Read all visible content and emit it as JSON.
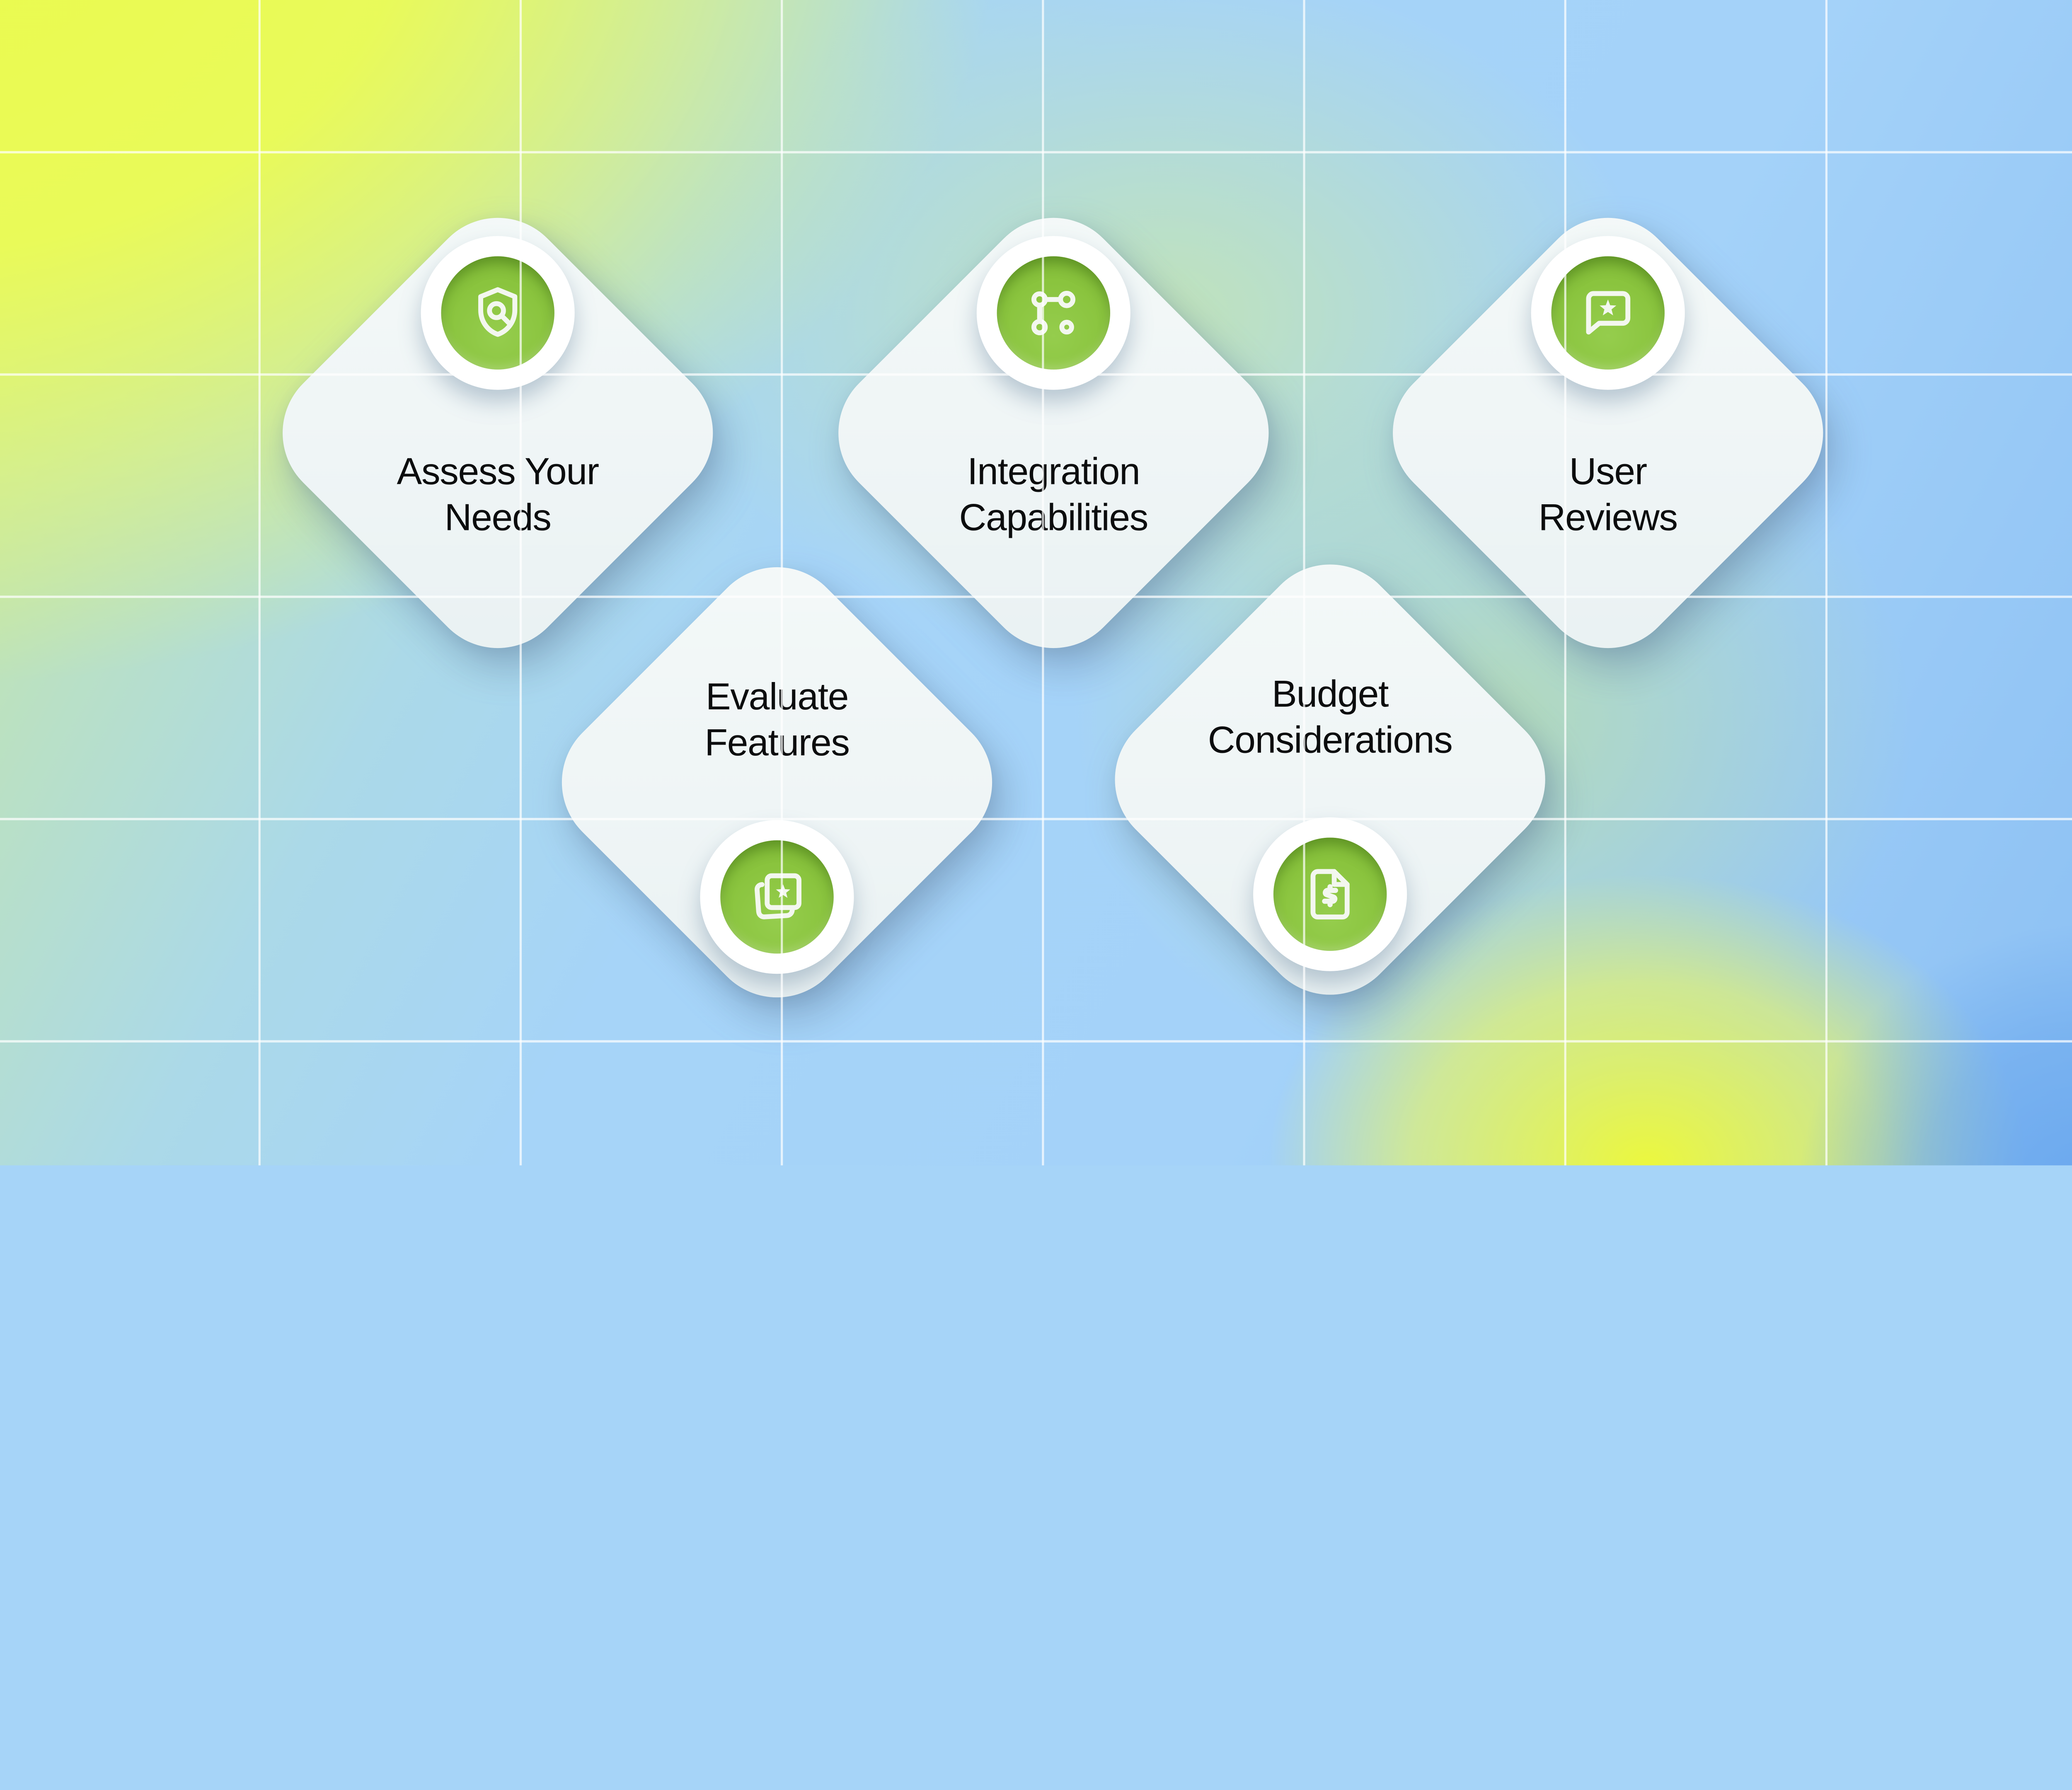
{
  "cards": [
    {
      "id": "assess-your-needs",
      "label_line1": "Assess Your",
      "label_line2": "Needs",
      "icon": "shield-search-icon",
      "icon_position": "top"
    },
    {
      "id": "integration-capabilities",
      "label_line1": "Integration",
      "label_line2": "Capabilities",
      "icon": "schema-icon",
      "icon_position": "top"
    },
    {
      "id": "user-reviews",
      "label_line1": "User",
      "label_line2": "Reviews",
      "icon": "message-star-icon",
      "icon_position": "top"
    },
    {
      "id": "evaluate-features",
      "label_line1": "Evaluate",
      "label_line2": "Features",
      "icon": "photo-star-icon",
      "icon_position": "bottom"
    },
    {
      "id": "budget-considerations",
      "label_line1": "Budget",
      "label_line2": "Considerations",
      "icon": "file-dollar-icon",
      "icon_position": "bottom"
    }
  ],
  "colors": {
    "accent_green": "#8ac43e",
    "icon_stroke": "#f3f7ef",
    "card_face": "#f0f6f6",
    "text": "#0c0d0e",
    "grid_line": "#ffffff",
    "bg_yellow_top_left": "#eafb4f",
    "bg_yellow_blob": "#eef934",
    "bg_blue_light": "#a6d4f8",
    "bg_blue_corner": "#6fa9e9",
    "bg_mint_band": "#bfe3b4"
  }
}
